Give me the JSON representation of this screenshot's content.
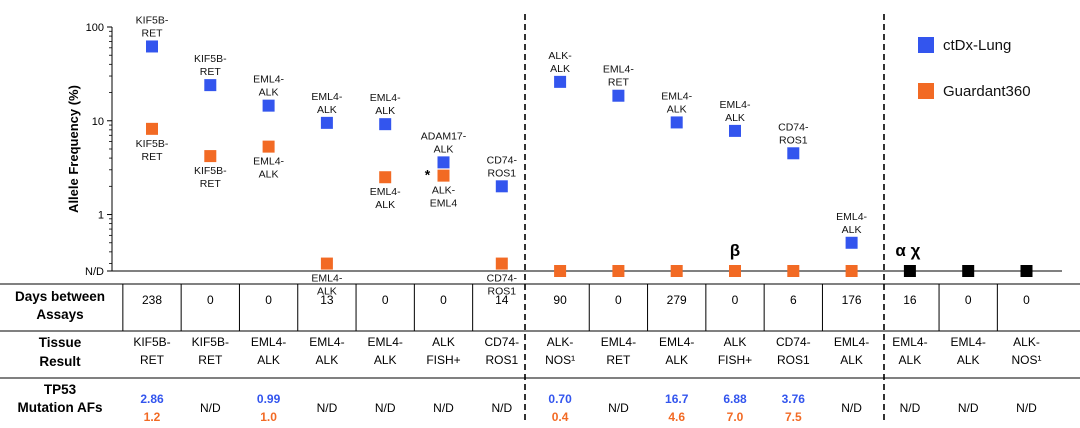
{
  "chart_data": {
    "type": "scatter",
    "ylabel": "Allele Frequency (%)",
    "yscale": "log",
    "ylim": [
      0.25,
      100
    ],
    "yticks": [
      {
        "v": 100,
        "label": "100"
      },
      {
        "v": 10,
        "label": "10"
      },
      {
        "v": 1,
        "label": "1"
      },
      {
        "v": 0.25,
        "label": "N/D"
      }
    ],
    "colors": {
      "ctdx": "#3355ee",
      "guardant": "#f26a24",
      "nd_both": "#000000"
    },
    "legend": [
      {
        "key": "ctdx",
        "label": "ctDx-Lung"
      },
      {
        "key": "guardant",
        "label": "Guardant360"
      }
    ],
    "legend_position": "top-right",
    "column_symbols": [
      "",
      "",
      "",
      "",
      "",
      "",
      "",
      "",
      "",
      "",
      "β",
      "",
      "",
      "α χ",
      "",
      ""
    ],
    "points": [
      {
        "col": 0,
        "series": "ctdx",
        "y": 62,
        "label": [
          "KIF5B-",
          "RET"
        ],
        "label_pos": "above"
      },
      {
        "col": 0,
        "series": "guardant",
        "y": 8.2,
        "label": [
          "KIF5B-",
          "RET"
        ],
        "label_pos": "below"
      },
      {
        "col": 1,
        "series": "ctdx",
        "y": 24,
        "label": [
          "KIF5B-",
          "RET"
        ],
        "label_pos": "above"
      },
      {
        "col": 1,
        "series": "guardant",
        "y": 4.2,
        "label": [
          "KIF5B-",
          "RET"
        ],
        "label_pos": "below"
      },
      {
        "col": 2,
        "series": "ctdx",
        "y": 14.5,
        "label": [
          "EML4-",
          "ALK"
        ],
        "label_pos": "above"
      },
      {
        "col": 2,
        "series": "guardant",
        "y": 5.3,
        "label": [
          "EML4-",
          "ALK"
        ],
        "label_pos": "below"
      },
      {
        "col": 3,
        "series": "ctdx",
        "y": 9.5,
        "label": [
          "EML4-",
          "ALK"
        ],
        "label_pos": "above"
      },
      {
        "col": 3,
        "series": "guardant",
        "y": 0.3,
        "label": [
          "EML4-",
          "ALK"
        ],
        "label_pos": "below"
      },
      {
        "col": 4,
        "series": "ctdx",
        "y": 9.2,
        "label": [
          "EML4-",
          "ALK"
        ],
        "label_pos": "above"
      },
      {
        "col": 4,
        "series": "guardant",
        "y": 2.5,
        "label": [
          "EML4-",
          "ALK"
        ],
        "label_pos": "below"
      },
      {
        "col": 5,
        "series": "ctdx",
        "y": 3.6,
        "label": [
          "ADAM17-",
          "ALK"
        ],
        "label_pos": "above"
      },
      {
        "col": 5,
        "series": "guardant",
        "y": 2.6,
        "label": [
          "ALK-",
          "EML4"
        ],
        "label_pos": "below",
        "marker_note": "*"
      },
      {
        "col": 6,
        "series": "ctdx",
        "y": 2.0,
        "label": [
          "CD74-",
          "ROS1"
        ],
        "label_pos": "above"
      },
      {
        "col": 6,
        "series": "guardant",
        "y": 0.3,
        "label": [
          "CD74-",
          "ROS1"
        ],
        "label_pos": "below"
      },
      {
        "col": 7,
        "series": "ctdx",
        "y": 26,
        "label": [
          "ALK-",
          "ALK"
        ],
        "label_pos": "above"
      },
      {
        "col": 7,
        "series": "guardant",
        "y": 0.25
      },
      {
        "col": 8,
        "series": "ctdx",
        "y": 18.5,
        "label": [
          "EML4-",
          "RET"
        ],
        "label_pos": "above"
      },
      {
        "col": 8,
        "series": "guardant",
        "y": 0.25
      },
      {
        "col": 9,
        "series": "ctdx",
        "y": 9.6,
        "label": [
          "EML4-",
          "ALK"
        ],
        "label_pos": "above"
      },
      {
        "col": 9,
        "series": "guardant",
        "y": 0.25
      },
      {
        "col": 10,
        "series": "ctdx",
        "y": 7.8,
        "label": [
          "EML4-",
          "ALK"
        ],
        "label_pos": "above"
      },
      {
        "col": 10,
        "series": "guardant",
        "y": 0.25
      },
      {
        "col": 11,
        "series": "ctdx",
        "y": 4.5,
        "label": [
          "CD74-",
          "ROS1"
        ],
        "label_pos": "above"
      },
      {
        "col": 11,
        "series": "guardant",
        "y": 0.25
      },
      {
        "col": 12,
        "series": "ctdx",
        "y": 0.5,
        "label": [
          "EML4-",
          "ALK"
        ],
        "label_pos": "above"
      },
      {
        "col": 12,
        "series": "guardant",
        "y": 0.25
      },
      {
        "col": 13,
        "series": "nd_both",
        "y": 0.25
      },
      {
        "col": 14,
        "series": "nd_both",
        "y": 0.25
      },
      {
        "col": 15,
        "series": "nd_both",
        "y": 0.25
      }
    ],
    "table": {
      "row_headers": [
        [
          "Days between",
          "Assays"
        ],
        [
          "Tissue",
          "Result"
        ],
        [
          "TP53",
          "Mutation AFs"
        ]
      ],
      "days": [
        "238",
        "0",
        "0",
        "13",
        "0",
        "0",
        "14",
        "90",
        "0",
        "279",
        "0",
        "6",
        "176",
        "16",
        "0",
        "0"
      ],
      "tissue": [
        [
          "KIF5B-",
          "RET"
        ],
        [
          "KIF5B-",
          "RET"
        ],
        [
          "EML4-",
          "ALK"
        ],
        [
          "EML4-",
          "ALK"
        ],
        [
          "EML4-",
          "ALK"
        ],
        [
          "ALK",
          "FISH+"
        ],
        [
          "CD74-",
          "ROS1"
        ],
        [
          "ALK-",
          "NOS¹"
        ],
        [
          "EML4-",
          "RET"
        ],
        [
          "EML4-",
          "ALK"
        ],
        [
          "ALK",
          "FISH+"
        ],
        [
          "CD74-",
          "ROS1"
        ],
        [
          "EML4-",
          "ALK"
        ],
        [
          "EML4-",
          "ALK"
        ],
        [
          "EML4-",
          "ALK"
        ],
        [
          "ALK-",
          "NOS¹"
        ]
      ],
      "tp53": [
        {
          "ctdx": "2.86",
          "guardant": "1.2"
        },
        {
          "nd": "N/D"
        },
        {
          "ctdx": "0.99",
          "guardant": "1.0"
        },
        {
          "nd": "N/D"
        },
        {
          "nd": "N/D"
        },
        {
          "nd": "N/D"
        },
        {
          "nd": "N/D"
        },
        {
          "ctdx": "0.70",
          "guardant": "0.4"
        },
        {
          "nd": "N/D"
        },
        {
          "ctdx": "16.7",
          "guardant": "4.6"
        },
        {
          "ctdx": "6.88",
          "guardant": "7.0"
        },
        {
          "ctdx": "3.76",
          "guardant": "7.5"
        },
        {
          "nd": "N/D"
        },
        {
          "nd": "N/D"
        },
        {
          "nd": "N/D"
        },
        {
          "nd": "N/D"
        }
      ]
    }
  }
}
